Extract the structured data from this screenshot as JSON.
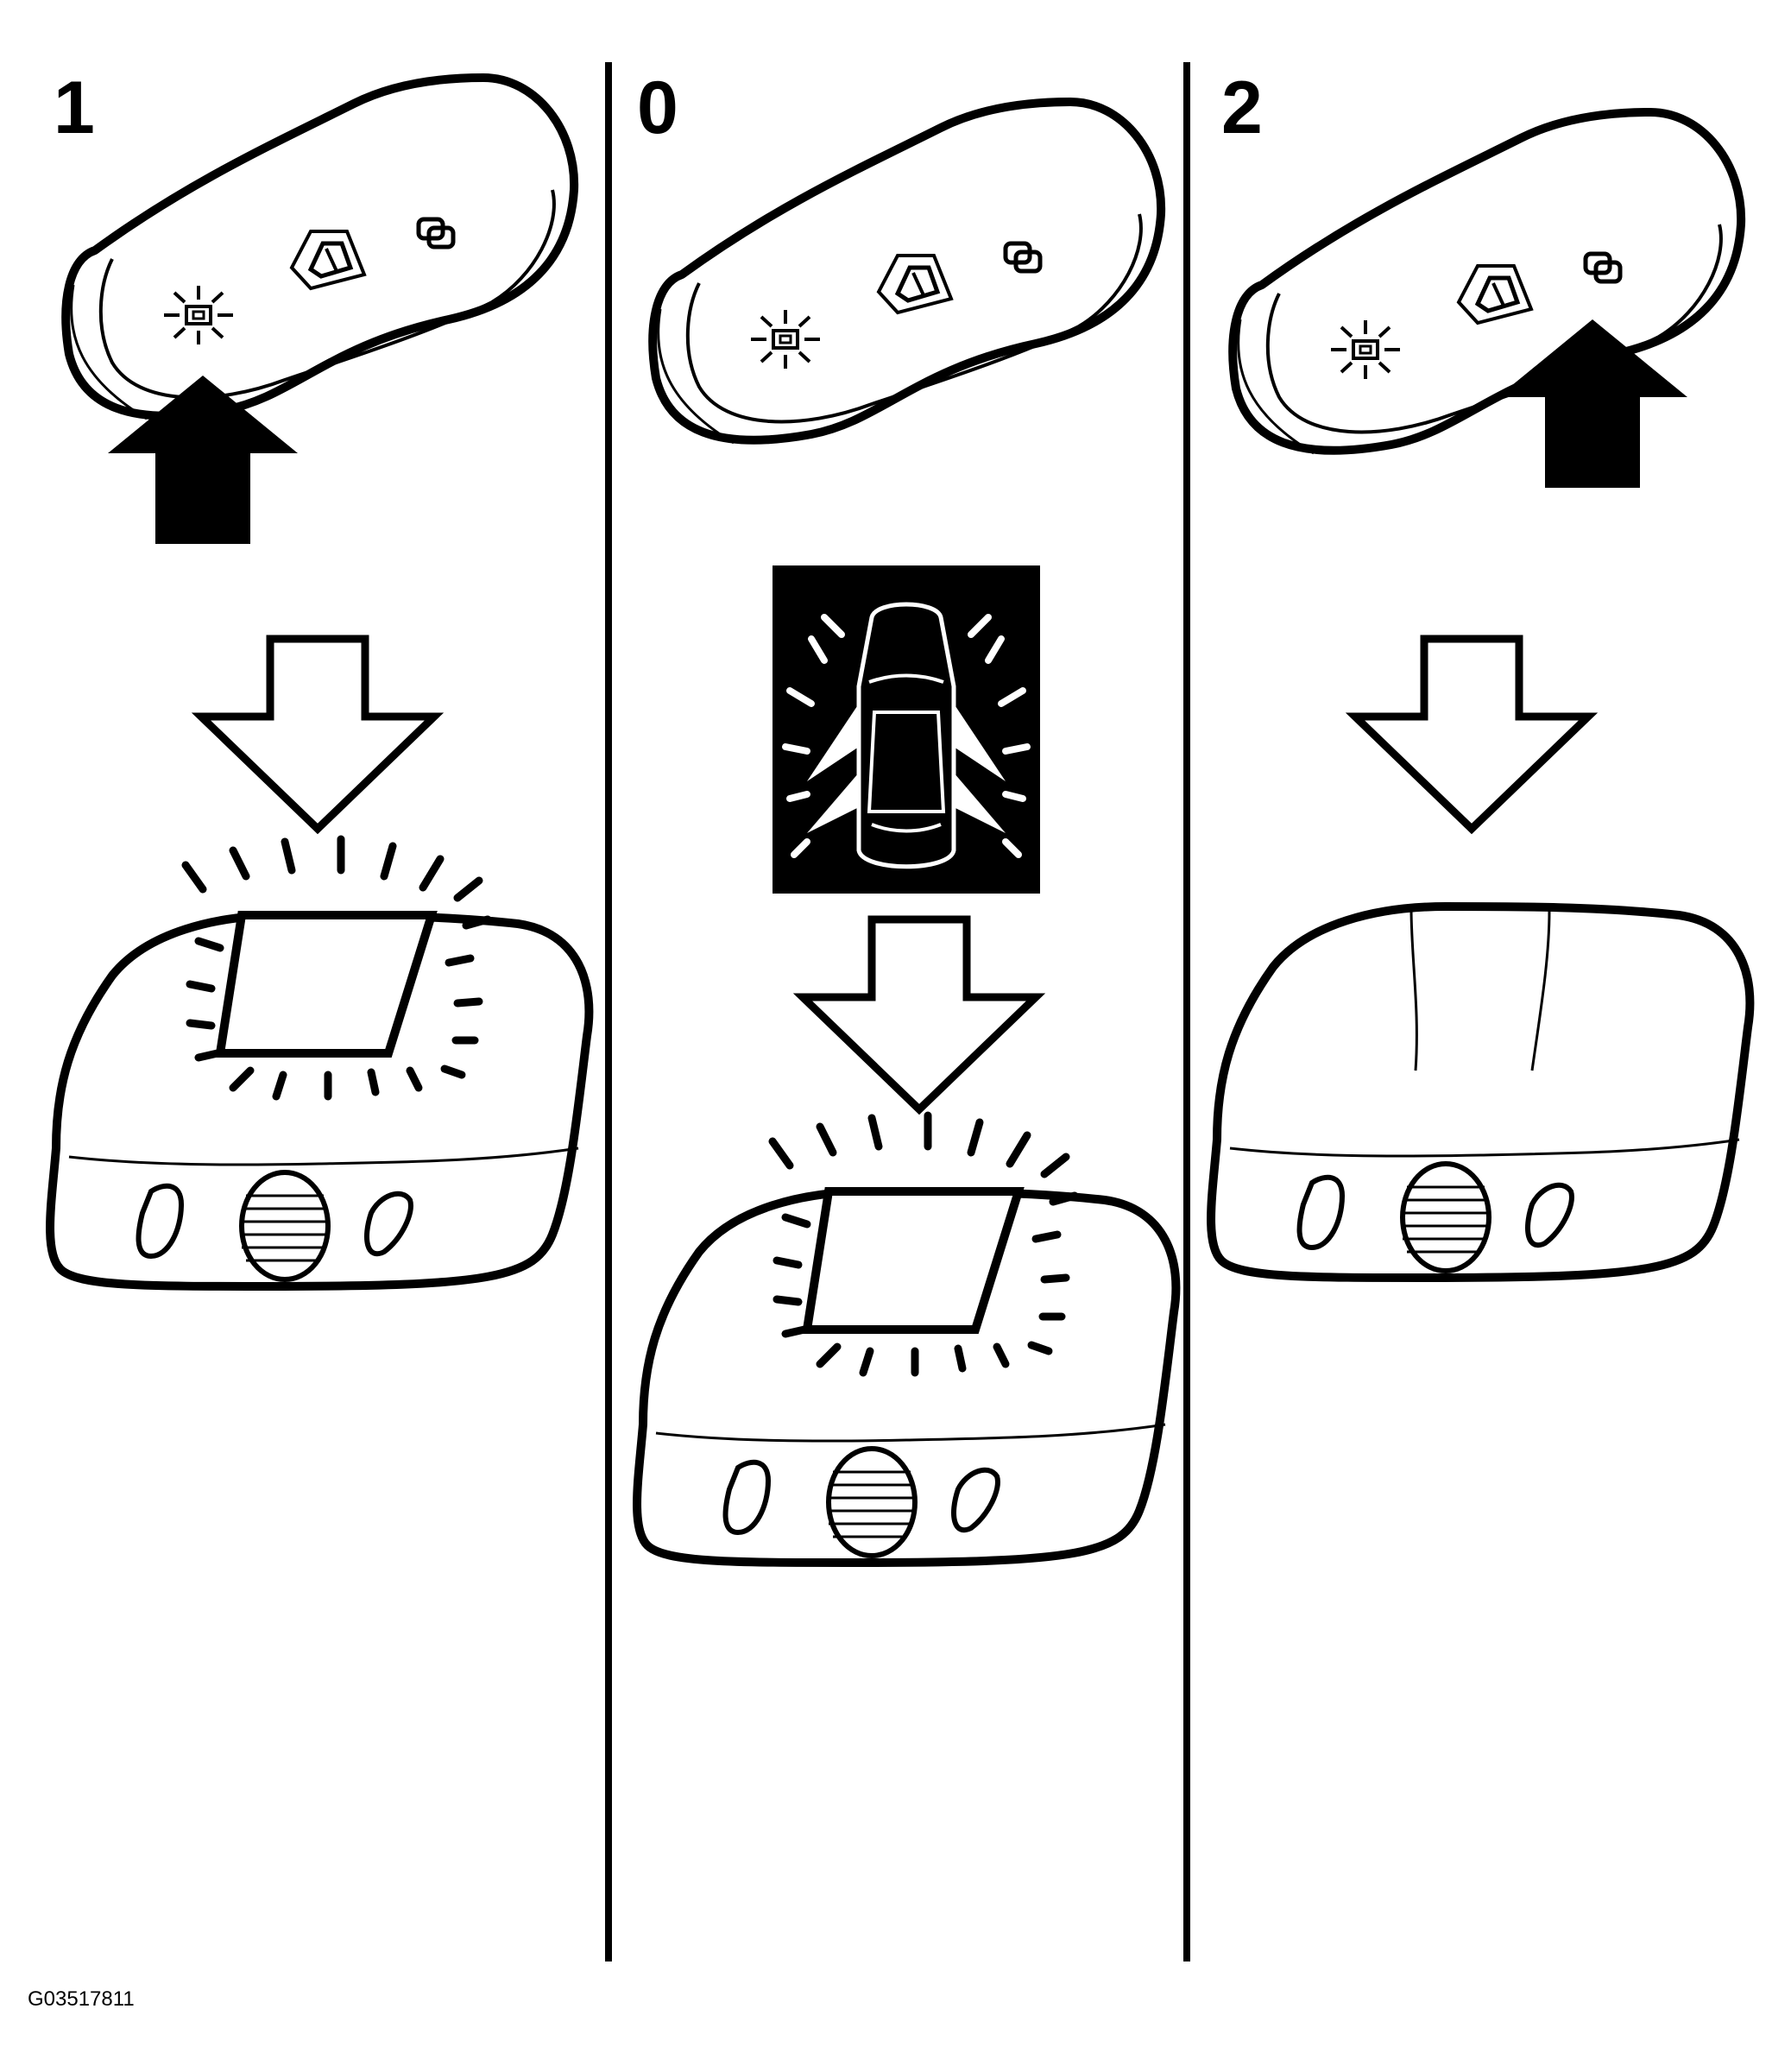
{
  "panels": [
    {
      "step": "1",
      "switch_position": "left",
      "lamp_state": "on",
      "door_signal": false
    },
    {
      "step": "0",
      "switch_position": "middle",
      "lamp_state": "on-when-door-open",
      "door_signal": true
    },
    {
      "step": "2",
      "switch_position": "right",
      "lamp_state": "off",
      "door_signal": false
    }
  ],
  "switch_icons": [
    "sun-lamp-icon",
    "door-icon",
    "chain-link-icon"
  ],
  "figure_id": "G03517811",
  "colors": {
    "ink": "#000000",
    "paper": "#ffffff"
  }
}
